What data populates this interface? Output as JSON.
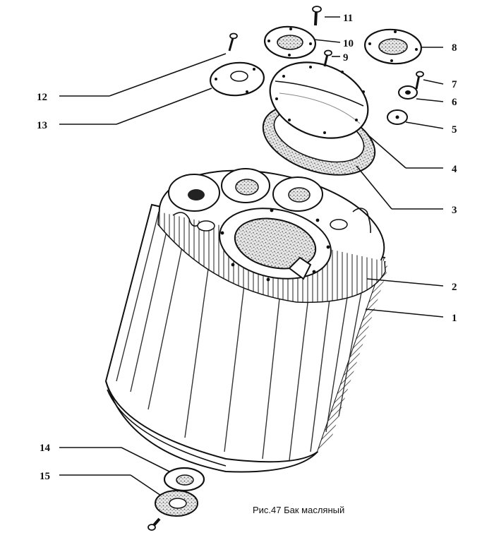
{
  "caption": "Рис.47 Бак масляный",
  "callouts": {
    "c1": "1",
    "c2": "2",
    "c3": "3",
    "c4": "4",
    "c5": "5",
    "c6": "6",
    "c7": "7",
    "c8": "8",
    "c9": "9",
    "c10": "10",
    "c11": "11",
    "c12": "12",
    "c13": "13",
    "c14": "14",
    "c15": "15"
  }
}
